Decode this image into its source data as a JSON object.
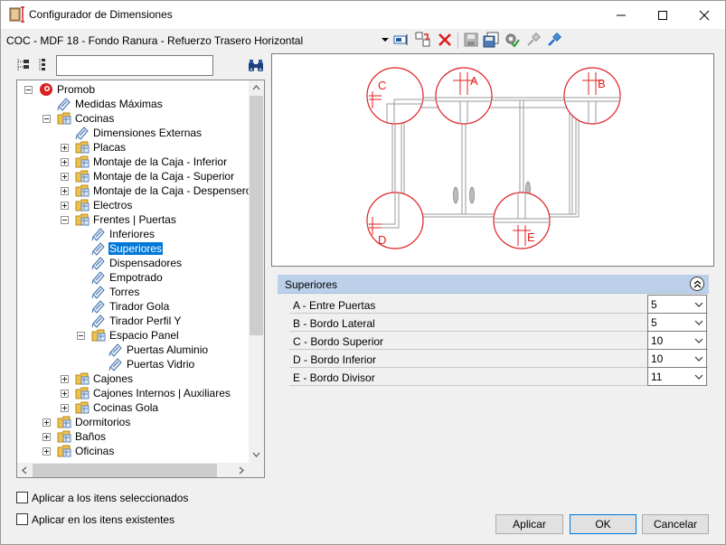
{
  "window": {
    "title": "Configurador de Dimensiones"
  },
  "toolbar": {
    "config_name": "COC - MDF 18 - Fondo Ranura - Refuerzo Trasero Horizontal"
  },
  "tree": {
    "nodes": [
      {
        "label": "Promob"
      },
      {
        "label": "Medidas Máximas"
      },
      {
        "label": "Cocinas"
      },
      {
        "label": "Dimensiones Externas"
      },
      {
        "label": "Placas"
      },
      {
        "label": "Montaje de la Caja - Inferior"
      },
      {
        "label": "Montaje de la Caja - Superior"
      },
      {
        "label": "Montaje de la Caja - Despensero | To"
      },
      {
        "label": "Electros"
      },
      {
        "label": "Frentes | Puertas"
      },
      {
        "label": "Inferiores"
      },
      {
        "label": "Superiores"
      },
      {
        "label": "Dispensadores"
      },
      {
        "label": "Empotrado"
      },
      {
        "label": "Torres"
      },
      {
        "label": "Tirador Gola"
      },
      {
        "label": "Tirador Perfil Y"
      },
      {
        "label": "Espacio Panel"
      },
      {
        "label": "Puertas Aluminio"
      },
      {
        "label": "Puertas Vidrio"
      },
      {
        "label": "Cajones"
      },
      {
        "label": "Cajones Internos | Auxiliares"
      },
      {
        "label": "Cocinas Gola"
      },
      {
        "label": "Dormitorios"
      },
      {
        "label": "Baños"
      },
      {
        "label": "Oficinas"
      }
    ]
  },
  "options": {
    "apply_selected": "Aplicar a los itens seleccionados",
    "apply_existing": "Aplicar en los itens existentes"
  },
  "preview": {
    "callouts": [
      "C",
      "A",
      "B",
      "D",
      "E"
    ]
  },
  "properties": {
    "section": "Superiores",
    "rows": [
      {
        "label": "A - Entre Puertas",
        "value": "5"
      },
      {
        "label": "B - Bordo Lateral",
        "value": "5"
      },
      {
        "label": "C - Bordo Superior",
        "value": "10"
      },
      {
        "label": "D - Bordo Inferior",
        "value": "10"
      },
      {
        "label": "E - Bordo Divisor",
        "value": "11"
      }
    ]
  },
  "buttons": {
    "apply": "Aplicar",
    "ok": "OK",
    "cancel": "Cancelar"
  },
  "colors": {
    "selection": "#0078d7",
    "callout": "#e02020",
    "section_header": "#bcd0ea"
  }
}
